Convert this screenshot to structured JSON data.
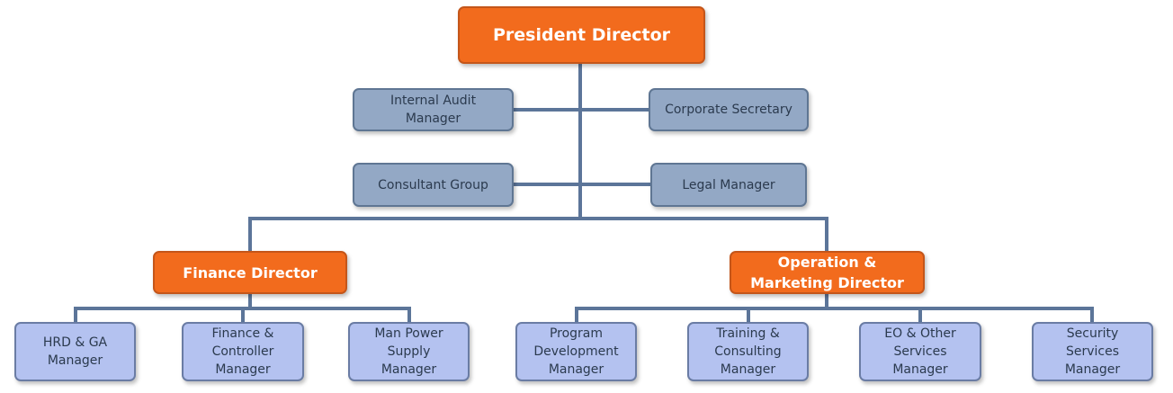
{
  "org_chart": {
    "president": {
      "label": "President Director"
    },
    "staff": [
      {
        "id": "internal-audit",
        "label": "Internal Audit\nManager"
      },
      {
        "id": "corporate-secretary",
        "label": "Corporate Secretary"
      },
      {
        "id": "consultant-group",
        "label": "Consultant Group"
      },
      {
        "id": "legal-manager",
        "label": "Legal Manager"
      }
    ],
    "directors": [
      {
        "id": "finance-director",
        "label": "Finance Director",
        "managers": [
          {
            "id": "hrd-ga",
            "label": "HRD & GA\nManager"
          },
          {
            "id": "finance-controller",
            "label": "Finance &\nController\nManager"
          },
          {
            "id": "man-power",
            "label": "Man Power\nSupply\nManager"
          }
        ]
      },
      {
        "id": "operation-marketing-director",
        "label": "Operation &\nMarketing Director",
        "managers": [
          {
            "id": "program-development",
            "label": "Program\nDevelopment\nManager"
          },
          {
            "id": "training-consulting",
            "label": "Training &\nConsulting\nManager"
          },
          {
            "id": "eo-other-services",
            "label": "EO & Other\nServices\nManager"
          },
          {
            "id": "security-services",
            "label": "Security\nServices\nManager"
          }
        ]
      }
    ],
    "colors": {
      "executive_fill": "#f26b1d",
      "staff_fill": "#93a8c5",
      "manager_fill": "#b4c2f0",
      "connector": "#5c7599"
    }
  }
}
